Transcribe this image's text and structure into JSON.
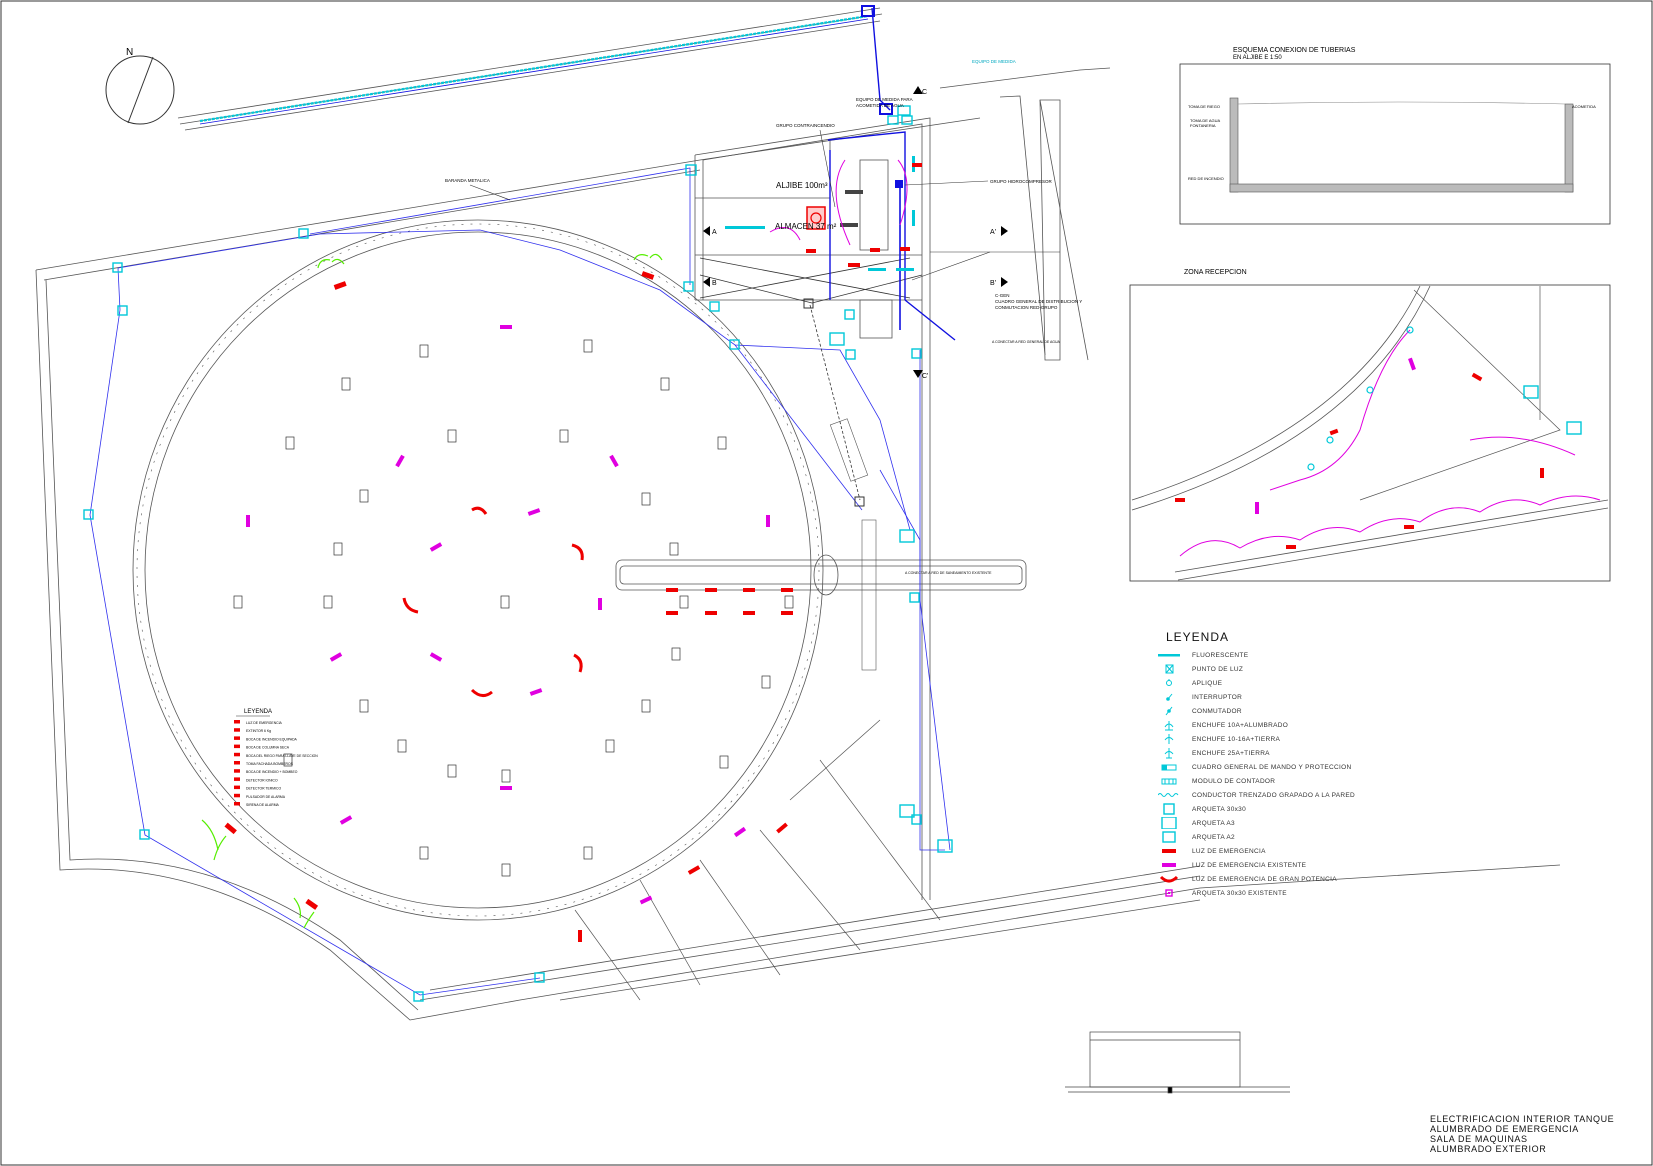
{
  "north_label": "N",
  "drawing_title": [
    "ELECTRIFICACION INTERIOR TANQUE",
    "ALUMBRADO DE EMERGENCIA",
    "SALA DE MAQUINAS",
    "ALUMBRADO EXTERIOR"
  ],
  "detail_pipes": {
    "title_line1": "ESQUEMA CONEXION DE TUBERIAS",
    "title_line2": "EN ALJIBE   E 1:50",
    "toma_riego": "TOMA DE RIEGO",
    "toma_agua": "TOMA DE AGUA",
    "fontaneria": "FONTANERIA",
    "acometida": "ACOMETIDA",
    "red_incendio": "RED DE INCENDIO"
  },
  "zona_recepcion": "ZONA RECEPCION",
  "plan_labels": {
    "aljibe": "ALJIBE 100m³",
    "almacen": "ALMACEN 37 m²",
    "grupo_contraincendio": "GRUPO CONTRAINCENDIO",
    "equipo_medida_1": "EQUIPO DE MEDIDA PARA",
    "equipo_medida_2": "ACOMETIDA DE AGUA",
    "equipo_medida_b": "EQUIPO DE MEDIDA",
    "grupo_hidrocompresor": "GRUPO HIDROCOMPRESOR",
    "baranda": "BARANDA METALICA",
    "cgen_1": "C-GEN",
    "cgen_2": "CUADRO GENERAL DE DISTRIBUCION Y",
    "cgen_3": "CONMUTACION RED-GRUPO",
    "conectar_red": "A CONECTAR A RED GENERAL DE AGUA",
    "conectar_saneamiento": "A CONECTAR A RED DE SANEAMIENTO EXISTENTE",
    "sec_a": "A",
    "sec_a2": "A'",
    "sec_b": "B",
    "sec_b2": "B'",
    "sec_c": "C",
    "sec_c2": "C'"
  },
  "legend_small": {
    "title": "LEYENDA",
    "items": [
      "LUZ DE EMERGENCIA",
      "EXTINTOR 6 Kg",
      "BOCA DE INCENDIO EQUIPADA",
      "BOCA DE COLUMNA SECA",
      "BOCA DEL RIEGO PARA LLAVE DE SECCION",
      "TOMA FACHADA BOMBEROS",
      "BOCA DE INCENDIO + BOMBEO",
      "DETECTOR IONICO",
      "DETECTOR TERMICO",
      "PULSADOR DE ALARMA",
      "SIRENA DE ALARMA"
    ]
  },
  "legend": {
    "title": "LEYENDA",
    "items": [
      {
        "label": "FLUORESCENTE",
        "icon": "fluorescent-icon"
      },
      {
        "label": "PUNTO DE LUZ",
        "icon": "light-point-icon"
      },
      {
        "label": "APLIQUE",
        "icon": "wall-light-icon"
      },
      {
        "label": "INTERRUPTOR",
        "icon": "switch-icon"
      },
      {
        "label": "CONMUTADOR",
        "icon": "commutator-icon"
      },
      {
        "label": "ENCHUFE 10A+ALUMBRADO",
        "icon": "socket-10a-lighting-icon"
      },
      {
        "label": "ENCHUFE 10-16A+TIERRA",
        "icon": "socket-16a-icon"
      },
      {
        "label": "ENCHUFE 25A+TIERRA",
        "icon": "socket-25a-icon"
      },
      {
        "label": "CUADRO GENERAL DE MANDO Y PROTECCION",
        "icon": "panel-icon"
      },
      {
        "label": "MODULO DE CONTADOR",
        "icon": "meter-module-icon"
      },
      {
        "label": "CONDUCTOR TRENZADO GRAPADO A LA PARED",
        "icon": "wire-icon"
      },
      {
        "label": "ARQUETA 30x30",
        "icon": "manhole-30-icon"
      },
      {
        "label": "ARQUETA A3",
        "icon": "manhole-a3-icon"
      },
      {
        "label": "ARQUETA A2",
        "icon": "manhole-a2-icon"
      },
      {
        "label": "LUZ DE EMERGENCIA",
        "icon": "emergency-light-icon"
      },
      {
        "label": "LUZ DE EMERGENCIA EXISTENTE",
        "icon": "existing-emergency-light-icon"
      },
      {
        "label": "LUZ DE EMERGENCIA DE GRAN POTENCIA",
        "icon": "high-power-emergency-icon"
      },
      {
        "label": "ARQUETA 30x30 EXISTENTE",
        "icon": "existing-manhole-icon"
      }
    ]
  },
  "colors": {
    "cyan": "#00c8d8",
    "magenta": "#e000e0",
    "red": "#ee0000",
    "blue": "#1010e0",
    "green": "#55ee00",
    "line": "#444444"
  }
}
